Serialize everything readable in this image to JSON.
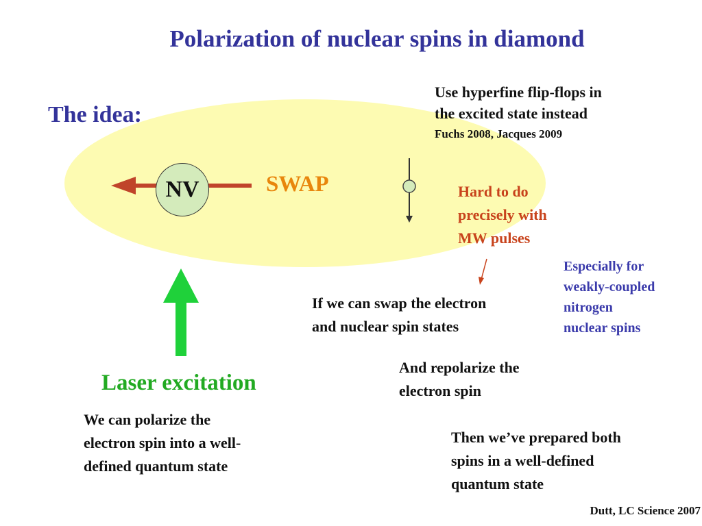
{
  "title": "Polarization of nuclear spins in diamond",
  "idea_label": "The idea:",
  "nv_label": "NV",
  "swap_label": "SWAP",
  "hyperfine": {
    "lines": [
      "Use hyperfine flip-flops in",
      "the excited state instead"
    ],
    "reference": "Fuchs 2008, Jacques 2009"
  },
  "hard": {
    "lines": [
      "Hard to do",
      "precisely with",
      "MW pulses"
    ]
  },
  "weak": {
    "lines": [
      "Especially for",
      "weakly-coupled",
      "nitrogen",
      "nuclear spins"
    ]
  },
  "swap_condition": {
    "lines": [
      "If we can swap the electron",
      "and nuclear spin states"
    ]
  },
  "laser_label": "Laser excitation",
  "polarize": {
    "lines": [
      "We can polarize the",
      "electron spin into a well-",
      "defined quantum state"
    ]
  },
  "repolarize": {
    "lines": [
      "And repolarize the",
      "electron spin"
    ]
  },
  "prepared": {
    "lines": [
      "Then we’ve prepared both",
      "spins in a well-defined",
      "quantum state"
    ]
  },
  "citation": "Dutt, LC Science 2007",
  "colors": {
    "title": "#33339a",
    "ellipse": "#fdfbb2",
    "nv_fill": "#d4ebbb",
    "nv_arrow": "#c0442a",
    "swap": "#e8860c",
    "hard": "#c8431c",
    "weak": "#3b3bab",
    "laser": "#22aa22",
    "laser_arrow": "#1fd13a"
  }
}
